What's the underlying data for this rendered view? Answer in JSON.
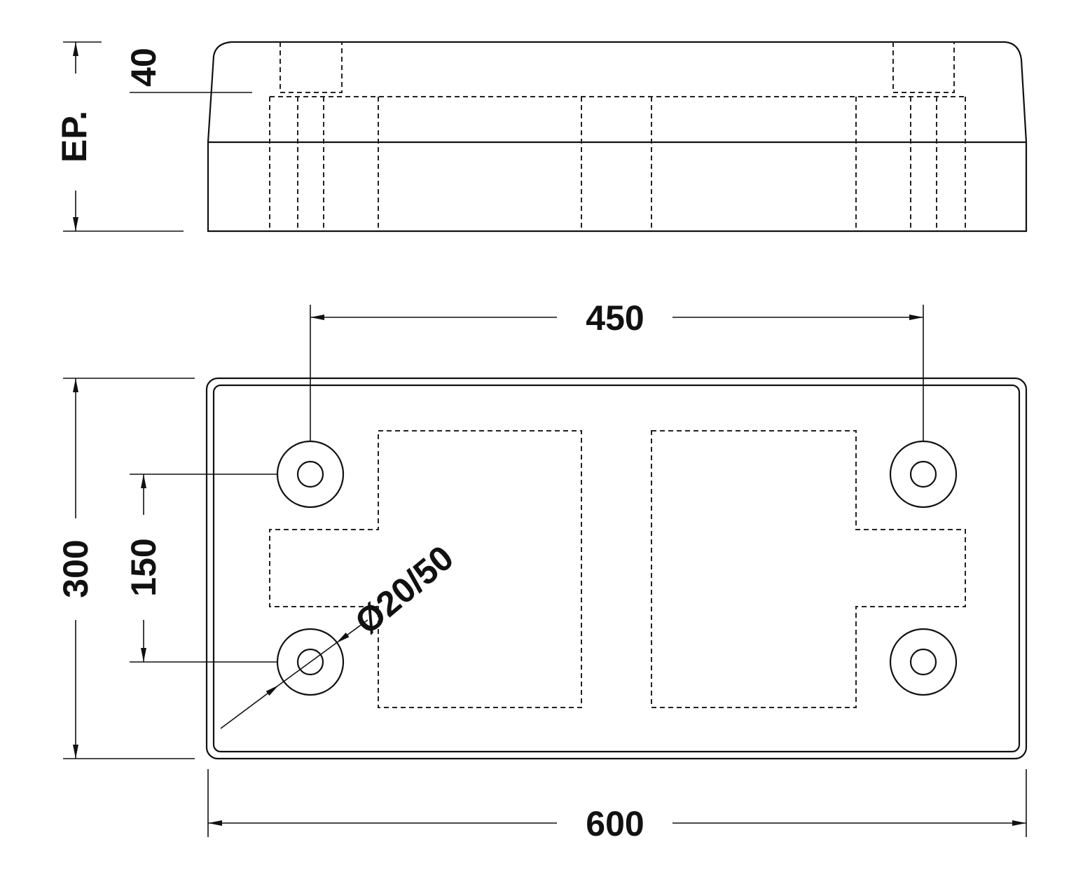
{
  "drawing": {
    "elevation": {
      "thickness_label": "EP.",
      "top_depth_label": "40"
    },
    "plan": {
      "hole_spacing_label": "450",
      "width_label": "300",
      "hole_vertical_spacing_label": "150",
      "hole_diameter_label": "Ø20/50",
      "length_label": "600"
    }
  }
}
